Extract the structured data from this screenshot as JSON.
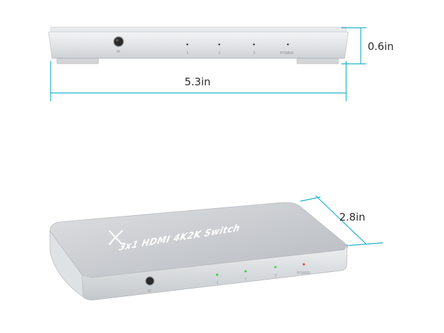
{
  "dimensions": {
    "height": "0.6in",
    "width": "5.3in",
    "depth": "2.8in"
  },
  "front_panel": {
    "ir_label": "IR",
    "port_labels": [
      "1",
      "2",
      "3"
    ],
    "power_label": "POWER"
  },
  "top_panel": {
    "product_name": "3x1 HDMI 4K2K Switch"
  },
  "colors": {
    "dimension_line": "#1ab0c8",
    "led_green": "#3fcf3f",
    "led_red": "#e04a2a",
    "aluminum": "#d9dbdd"
  }
}
